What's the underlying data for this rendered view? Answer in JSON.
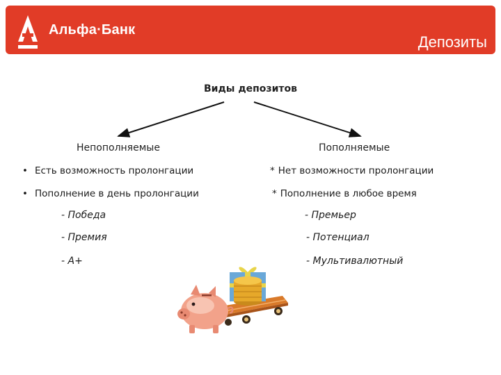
{
  "header": {
    "brand": "Альфа·Банк",
    "section_title": "Депозиты",
    "color": "#e13c27"
  },
  "diagram": {
    "root": "Виды депозитов",
    "left": {
      "title": "Непополняемые",
      "features": [
        {
          "marker": "•",
          "text": "Есть возможность пролонгации"
        },
        {
          "marker": "•",
          "text": "Пополнение в день пролонгации"
        }
      ],
      "products": [
        "- Победа",
        "- Премия",
        "- А+"
      ]
    },
    "right": {
      "title": "Пополняемые",
      "features": [
        {
          "marker": "*",
          "text": "Нет возможности пролонгации"
        },
        {
          "marker": "*",
          "text": "Пополнение в любое время"
        }
      ],
      "products": [
        "- Премьер",
        "- Потенциал",
        "- Мультивалютный"
      ]
    }
  },
  "illustration": {
    "icon": "piggy-bank-cart-coins-gift-icon"
  }
}
